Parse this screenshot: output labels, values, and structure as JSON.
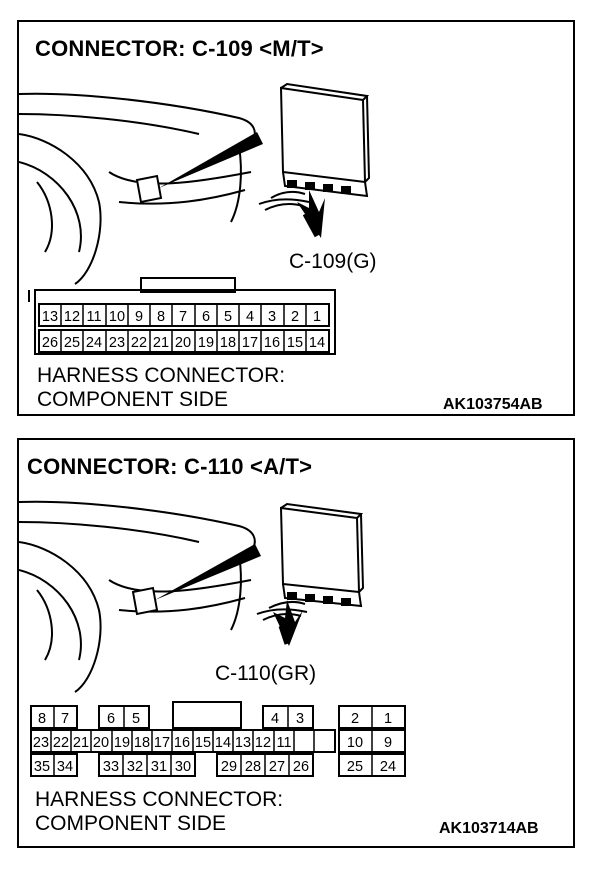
{
  "panel1": {
    "title": "CONNECTOR: C-109 <M/T>",
    "callout": "C-109(G)",
    "harness_line1": "HARNESS CONNECTOR:",
    "harness_line2": "COMPONENT SIDE",
    "part_number": "AK103754AB",
    "pins_top": [
      "13",
      "12",
      "11",
      "10",
      "9",
      "8",
      "7",
      "6",
      "5",
      "4",
      "3",
      "2",
      "1"
    ],
    "pins_bottom": [
      "26",
      "25",
      "24",
      "23",
      "22",
      "21",
      "20",
      "19",
      "18",
      "17",
      "16",
      "15",
      "14"
    ]
  },
  "panel2": {
    "title": "CONNECTOR: C-110 <A/T>",
    "callout": "C-110(GR)",
    "harness_line1": "HARNESS CONNECTOR:",
    "harness_line2": "COMPONENT SIDE",
    "part_number": "AK103714AB",
    "pins_row1": [
      "8",
      "7",
      "6",
      "5",
      "4",
      "3",
      "2",
      "1"
    ],
    "pins_row2": [
      "23",
      "22",
      "21",
      "20",
      "19",
      "18",
      "17",
      "16",
      "15",
      "14",
      "13",
      "12",
      "11",
      "10",
      "9"
    ],
    "pins_row3": [
      "35",
      "34",
      "33",
      "32",
      "31",
      "30",
      "29",
      "28",
      "27",
      "26",
      "25",
      "24"
    ]
  }
}
